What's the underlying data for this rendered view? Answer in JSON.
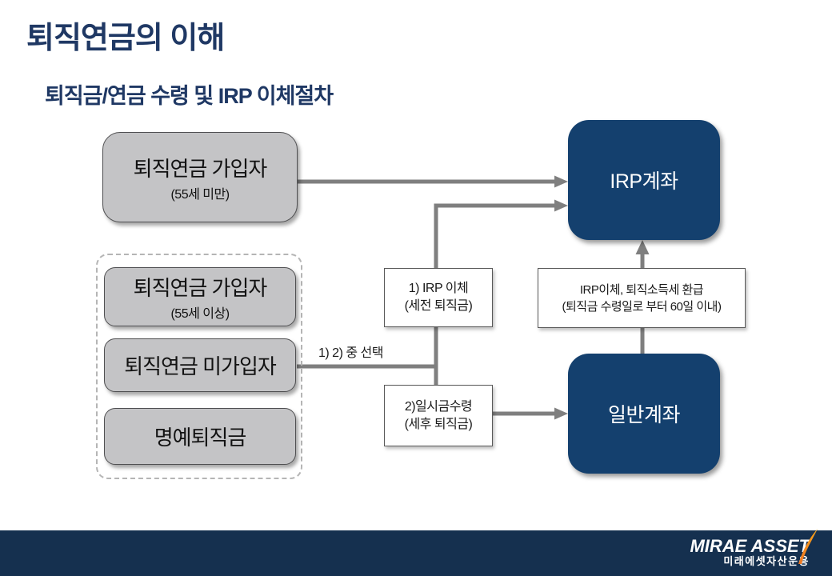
{
  "page": {
    "title": "퇴직연금의 이해",
    "subtitle": "퇴직금/연금 수령 및 IRP 이체절차"
  },
  "nodes": {
    "subscriber_under55": {
      "line1": "퇴직연금 가입자",
      "line2": "(55세 미만)"
    },
    "subscriber_over55": {
      "line1": "퇴직연금 가입자",
      "line2": "(55세 이상)"
    },
    "non_subscriber": {
      "label": "퇴직연금 미가입자"
    },
    "honorary_severance": {
      "label": "명예퇴직금"
    },
    "irp_transfer": {
      "line1": "1) IRP 이체",
      "line2": "(세전 퇴직금)"
    },
    "lump_sum": {
      "line1": "2)일시금수령",
      "line2": "(세후 퇴직금)"
    },
    "refund_note": {
      "line1": "IRP이체, 퇴직소득세 환급",
      "line2": "(퇴직금 수령일로 부터 60일 이내)"
    },
    "irp_account": {
      "label": "IRP계좌"
    },
    "general_account": {
      "label": "일반계좌"
    },
    "choice_label": "1) 2) 중 선택"
  },
  "footer": {
    "brand": "MIRAE ASSET",
    "brand_kr": "미래에셋자산운용"
  },
  "colors": {
    "title_navy": "#1F3864",
    "navy_box": "#14406E",
    "footer_bar": "#15304F",
    "gray_box": "#C4C4C6",
    "connector_gray": "#7F7F7F",
    "accent_orange": "#F6891F"
  }
}
